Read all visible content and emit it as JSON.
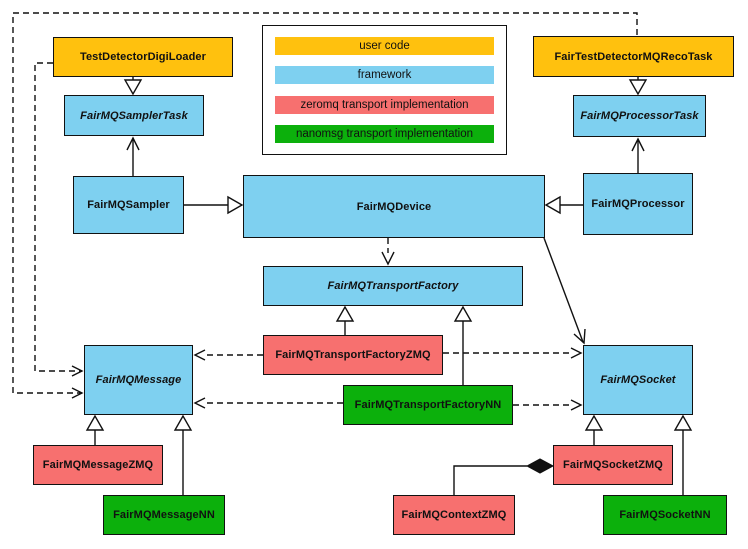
{
  "diagram": {
    "colors": {
      "user": "#FFC10E",
      "framework": "#7ED0F0",
      "zeromq": "#F7706F",
      "nanomsg": "#0CB00C"
    },
    "legend": {
      "items": [
        {
          "label": "user code",
          "category": "user",
          "color": "#FFC10E"
        },
        {
          "label": "framework",
          "category": "framework",
          "color": "#7ED0F0"
        },
        {
          "label": "zeromq transport implementation",
          "category": "zeromq",
          "color": "#F7706F"
        },
        {
          "label": "nanomsg transport implementation",
          "category": "nanomsg",
          "color": "#0CB00C"
        }
      ]
    },
    "nodes": {
      "TestDetectorDigiLoader": {
        "label": "TestDetectorDigiLoader",
        "category": "user",
        "abstract": false
      },
      "FairTestDetectorMQRecoTask": {
        "label": "FairTestDetectorMQRecoTask",
        "category": "user",
        "abstract": false
      },
      "FairMQSamplerTask": {
        "label": "FairMQSamplerTask",
        "category": "framework",
        "abstract": true
      },
      "FairMQProcessorTask": {
        "label": "FairMQProcessorTask",
        "category": "framework",
        "abstract": true
      },
      "FairMQSampler": {
        "label": "FairMQSampler",
        "category": "framework",
        "abstract": false
      },
      "FairMQDevice": {
        "label": "FairMQDevice",
        "category": "framework",
        "abstract": false
      },
      "FairMQProcessor": {
        "label": "FairMQProcessor",
        "category": "framework",
        "abstract": false
      },
      "FairMQTransportFactory": {
        "label": "FairMQTransportFactory",
        "category": "framework",
        "abstract": true
      },
      "FairMQTransportFactoryZMQ": {
        "label": "FairMQTransportFactoryZMQ",
        "category": "zeromq",
        "abstract": false
      },
      "FairMQTransportFactoryNN": {
        "label": "FairMQTransportFactoryNN",
        "category": "nanomsg",
        "abstract": false
      },
      "FairMQMessage": {
        "label": "FairMQMessage",
        "category": "framework",
        "abstract": true
      },
      "FairMQSocket": {
        "label": "FairMQSocket",
        "category": "framework",
        "abstract": true
      },
      "FairMQMessageZMQ": {
        "label": "FairMQMessageZMQ",
        "category": "zeromq",
        "abstract": false
      },
      "FairMQMessageNN": {
        "label": "FairMQMessageNN",
        "category": "nanomsg",
        "abstract": false
      },
      "FairMQContextZMQ": {
        "label": "FairMQContextZMQ",
        "category": "zeromq",
        "abstract": false
      },
      "FairMQSocketZMQ": {
        "label": "FairMQSocketZMQ",
        "category": "zeromq",
        "abstract": false
      },
      "FairMQSocketNN": {
        "label": "FairMQSocketNN",
        "category": "nanomsg",
        "abstract": false
      }
    },
    "edges": [
      {
        "from": "TestDetectorDigiLoader",
        "to": "FairMQSamplerTask",
        "relation": "inheritance",
        "line": "solid"
      },
      {
        "from": "FairTestDetectorMQRecoTask",
        "to": "FairMQProcessorTask",
        "relation": "inheritance",
        "line": "solid"
      },
      {
        "from": "FairMQSampler",
        "to": "FairMQSamplerTask",
        "relation": "association",
        "line": "solid"
      },
      {
        "from": "FairMQProcessor",
        "to": "FairMQProcessorTask",
        "relation": "association",
        "line": "solid"
      },
      {
        "from": "FairMQSampler",
        "to": "FairMQDevice",
        "relation": "inheritance",
        "line": "solid"
      },
      {
        "from": "FairMQProcessor",
        "to": "FairMQDevice",
        "relation": "inheritance",
        "line": "solid"
      },
      {
        "from": "FairMQDevice",
        "to": "FairMQTransportFactory",
        "relation": "dependency",
        "line": "dashed"
      },
      {
        "from": "FairMQDevice",
        "to": "FairMQSocket",
        "relation": "association",
        "line": "solid"
      },
      {
        "from": "FairMQTransportFactoryZMQ",
        "to": "FairMQTransportFactory",
        "relation": "inheritance",
        "line": "solid"
      },
      {
        "from": "FairMQTransportFactoryNN",
        "to": "FairMQTransportFactory",
        "relation": "inheritance",
        "line": "solid"
      },
      {
        "from": "FairMQTransportFactoryZMQ",
        "to": "FairMQMessage",
        "relation": "dependency",
        "line": "dashed"
      },
      {
        "from": "FairMQTransportFactoryZMQ",
        "to": "FairMQSocket",
        "relation": "dependency",
        "line": "dashed"
      },
      {
        "from": "FairMQTransportFactoryNN",
        "to": "FairMQMessage",
        "relation": "dependency",
        "line": "dashed"
      },
      {
        "from": "FairMQTransportFactoryNN",
        "to": "FairMQSocket",
        "relation": "dependency",
        "line": "dashed"
      },
      {
        "from": "TestDetectorDigiLoader",
        "to": "FairMQMessage",
        "relation": "dependency",
        "line": "dashed"
      },
      {
        "from": "FairTestDetectorMQRecoTask",
        "to": "FairMQMessage",
        "relation": "dependency",
        "line": "dashed"
      },
      {
        "from": "FairMQMessageZMQ",
        "to": "FairMQMessage",
        "relation": "inheritance",
        "line": "solid"
      },
      {
        "from": "FairMQMessageNN",
        "to": "FairMQMessage",
        "relation": "inheritance",
        "line": "solid"
      },
      {
        "from": "FairMQSocketZMQ",
        "to": "FairMQSocket",
        "relation": "inheritance",
        "line": "solid"
      },
      {
        "from": "FairMQSocketNN",
        "to": "FairMQSocket",
        "relation": "inheritance",
        "line": "solid"
      },
      {
        "from": "FairMQContextZMQ",
        "to": "FairMQSocketZMQ",
        "relation": "composition",
        "line": "solid"
      }
    ]
  }
}
